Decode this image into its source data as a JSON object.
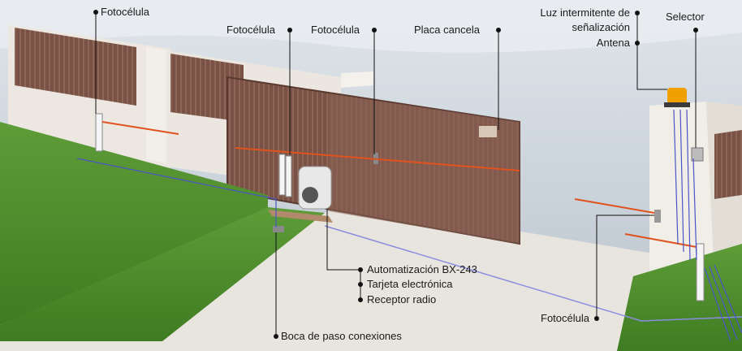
{
  "callouts": {
    "fotocelula_top_left": "Fotocélula",
    "fotocelula_gate_left": "Fotocélula",
    "fotocelula_gate_right": "Fotocélula",
    "placa_cancela": "Placa cancela",
    "luz_intermitente_line1": "Luz intermitente de",
    "luz_intermitente_line2": "señalización",
    "antena": "Antena",
    "selector": "Selector",
    "automatizacion": "Automatización BX-243",
    "tarjeta": "Tarjeta electrónica",
    "receptor": "Receptor radio",
    "boca_paso": "Boca de paso conexiones",
    "fotocelula_bottom_right": "Fotocélula"
  },
  "colors": {
    "sky": "#c9d3dc",
    "gate": "#7a5245",
    "grass": "#4f8f2e",
    "pavement": "#e6e3dd",
    "wiring": "#4a55c8",
    "beam": "#e0521e",
    "flasher": "#f0a000"
  }
}
